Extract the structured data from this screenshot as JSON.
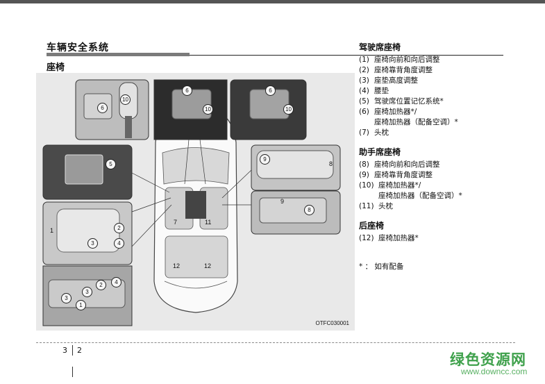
{
  "header": {
    "section_title": "车辆安全系统",
    "subsection_title": "座椅"
  },
  "figure": {
    "code": "OTFC030001",
    "callouts": {
      "gear_6": "6",
      "gear_10": "10",
      "mid_6": "6",
      "mid_10": "10",
      "right_6": "6",
      "right_10": "10",
      "mirror_5": "5",
      "seat_1": "1",
      "seat_2": "2",
      "seat_3": "3",
      "seat_4": "4",
      "low_3a": "3",
      "low_3b": "3",
      "low_2": "2",
      "low_4": "4",
      "low_1": "1",
      "pass_9": "9",
      "pass_8": "8",
      "pass_low_9": "9",
      "pass_low_8": "8",
      "car_7": "7",
      "car_11": "11",
      "car_12a": "12",
      "car_12b": "12"
    }
  },
  "driver": {
    "title": "驾驶席座椅",
    "items": [
      {
        "num": "(1)",
        "text": "座椅向前和向后调整"
      },
      {
        "num": "(2)",
        "text": "座椅靠背角度调整"
      },
      {
        "num": "(3)",
        "text": "座垫高度调整"
      },
      {
        "num": "(4)",
        "text": "腰垫"
      },
      {
        "num": "(5)",
        "text": "驾驶席位置记忆系统*"
      },
      {
        "num": "(6)",
        "text": "座椅加热器*/",
        "sub": "座椅加热器（配备空调）*"
      },
      {
        "num": "(7)",
        "text": "头枕"
      }
    ]
  },
  "passenger": {
    "title": "助手席座椅",
    "items": [
      {
        "num": "(8)",
        "text": "座椅向前和向后调整"
      },
      {
        "num": "(9)",
        "text": "座椅靠背角度调整"
      },
      {
        "num": "(10)",
        "text": "座椅加热器*/",
        "sub": "座椅加热器（配备空调）*"
      },
      {
        "num": "(11)",
        "text": "头枕"
      }
    ]
  },
  "rear": {
    "title": "后座椅",
    "items": [
      {
        "num": "(12)",
        "text": "座椅加热器*"
      }
    ]
  },
  "footnote": "* ： 如有配备",
  "footer": {
    "page_chapter": "3",
    "page_number": "2"
  },
  "watermark": {
    "text": "绿色资源网",
    "url": "www.downcc.com"
  }
}
